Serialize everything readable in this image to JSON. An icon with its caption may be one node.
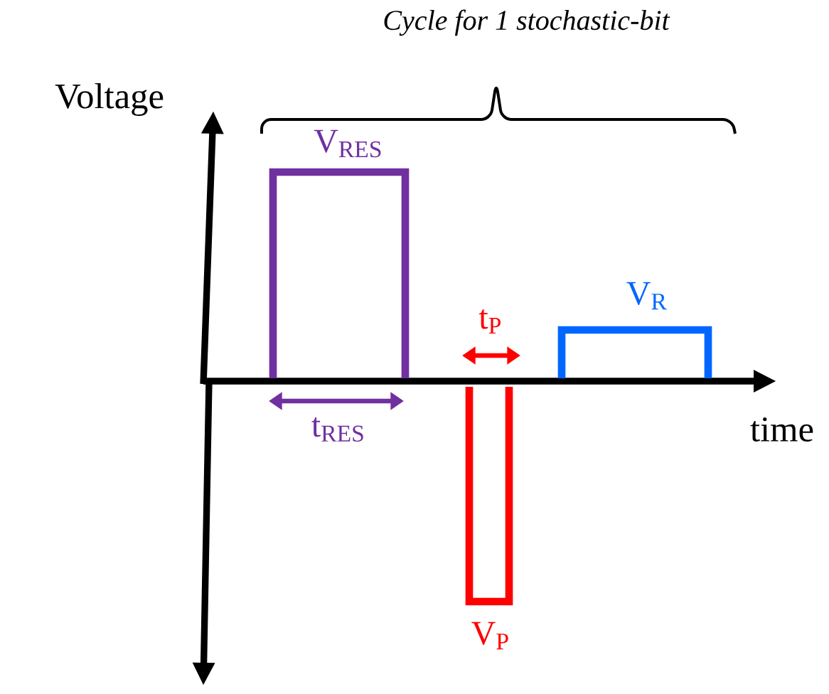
{
  "diagram": {
    "labels": [
      "Cycle for 1 stochastic-bit",
      "Voltage",
      "V$_{RES}$",
      "t$_{P}$",
      "V$_{R}$",
      "t$_{RES}$",
      "time",
      "V$_{P}$"
    ]
  }
}
